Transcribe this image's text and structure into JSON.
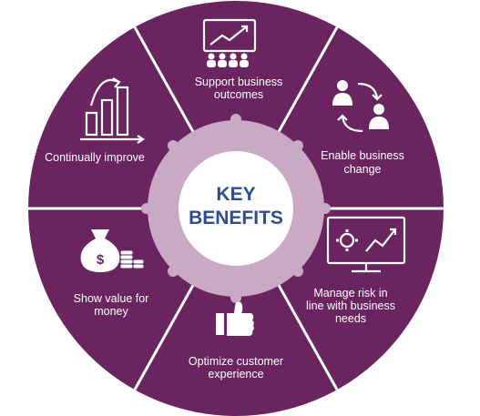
{
  "center": {
    "line1": "KEY",
    "line2": "BENEFITS"
  },
  "colors": {
    "disc": "#6a2560",
    "divider": "#ffffff",
    "ring": "#c9a9c4",
    "hub": "#ffffff",
    "text": "#ffffff",
    "center_text": "#2d4d8e"
  },
  "segments": [
    {
      "icon": "presentation-growth-icon",
      "lines": [
        "Support business",
        "outcomes"
      ]
    },
    {
      "icon": "people-exchange-icon",
      "lines": [
        "Enable business",
        "change"
      ]
    },
    {
      "icon": "monitor-gear-chart-icon",
      "lines": [
        "Manage risk in",
        "line with business",
        "needs"
      ]
    },
    {
      "icon": "thumbs-up-icon",
      "lines": [
        "Optimize customer",
        "experience"
      ]
    },
    {
      "icon": "money-bag-coins-icon",
      "lines": [
        "Show value for",
        "money"
      ]
    },
    {
      "icon": "bar-chart-growth-icon",
      "lines": [
        "Continually improve"
      ]
    }
  ]
}
